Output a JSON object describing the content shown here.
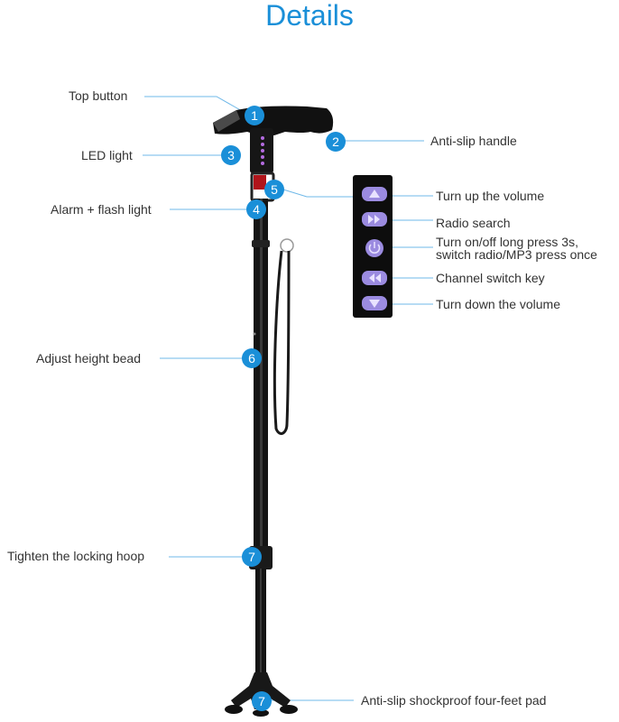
{
  "title": "Details",
  "labels": {
    "top_button": "Top button",
    "led_light": "LED light",
    "alarm": "Alarm + flash light",
    "adjust_height": "Adjust height bead",
    "tighten": "Tighten the locking hoop",
    "anti_slip_handle": "Anti-slip handle",
    "four_feet_pad": "Anti-slip shockproof four-feet pad"
  },
  "remote_labels": {
    "volume_up": "Turn up the volume",
    "radio_search": "Radio search",
    "power": "Turn on/off long press 3s, switch radio/MP3 press once",
    "channel": "Channel switch key",
    "volume_down": "Turn down the volume"
  },
  "badges": {
    "b1": "1",
    "b2": "2",
    "b3": "3",
    "b4": "4",
    "b5": "5",
    "b6": "6",
    "b7a": "7",
    "b7b": "7"
  },
  "colors": {
    "title": "#1a8fd8",
    "badge": "#1a8fd8",
    "leader": "#6fb8e8",
    "remote_button": "#9b8be0"
  }
}
